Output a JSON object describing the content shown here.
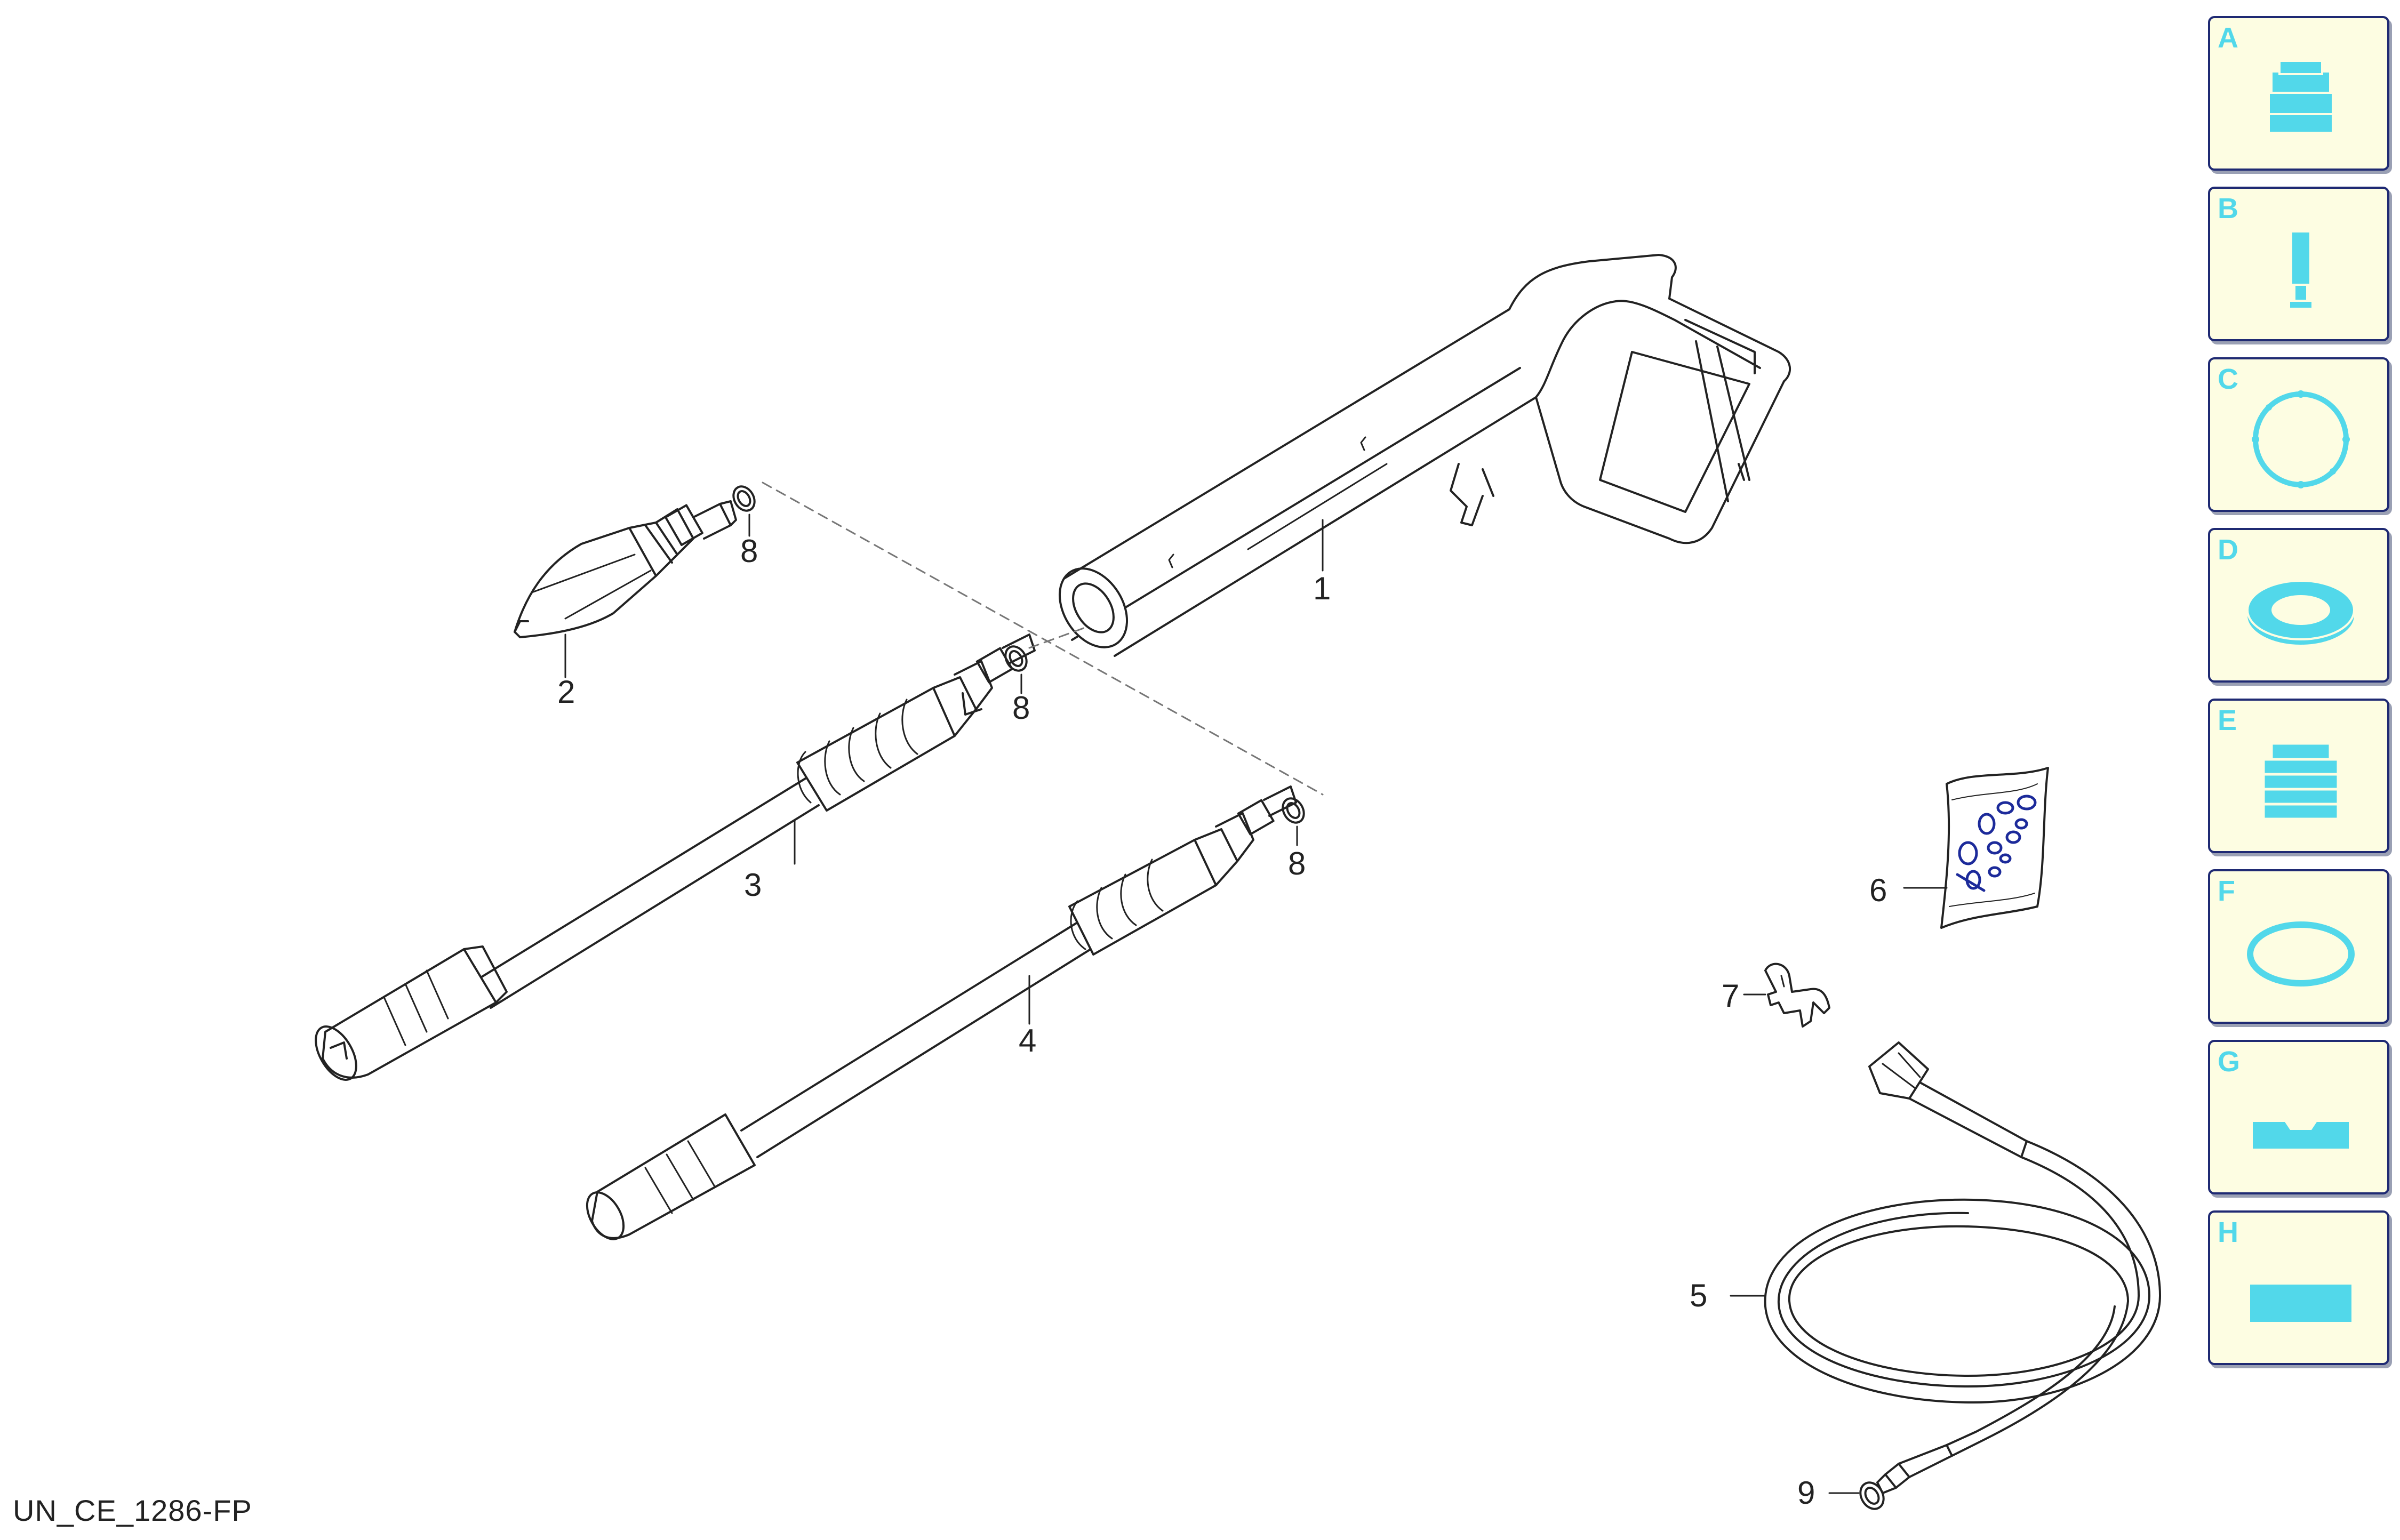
{
  "drawing_id": "UN_CE_1286-FP",
  "callouts": {
    "c1": "1",
    "c2": "2",
    "c3": "3",
    "c4": "4",
    "c5": "5",
    "c6": "6",
    "c7": "7",
    "c8a": "8",
    "c8b": "8",
    "c8c": "8",
    "c9": "9"
  },
  "legend": {
    "tiles": [
      {
        "letter": "A",
        "icon": "nozzle-connector-icon"
      },
      {
        "letter": "B",
        "icon": "pin-icon"
      },
      {
        "letter": "C",
        "icon": "ring-with-notches-icon"
      },
      {
        "letter": "D",
        "icon": "flat-washer-icon"
      },
      {
        "letter": "E",
        "icon": "ribbed-cylinder-icon"
      },
      {
        "letter": "F",
        "icon": "o-ring-icon"
      },
      {
        "letter": "G",
        "icon": "slotted-block-icon"
      },
      {
        "letter": "H",
        "icon": "flat-block-icon"
      }
    ],
    "fill_color": "#fdfde2",
    "border_color": "#1f2a73",
    "accent_color": "#52d8ea"
  },
  "colors": {
    "line": "#222222",
    "seal_blue": "#1c2a9a"
  }
}
